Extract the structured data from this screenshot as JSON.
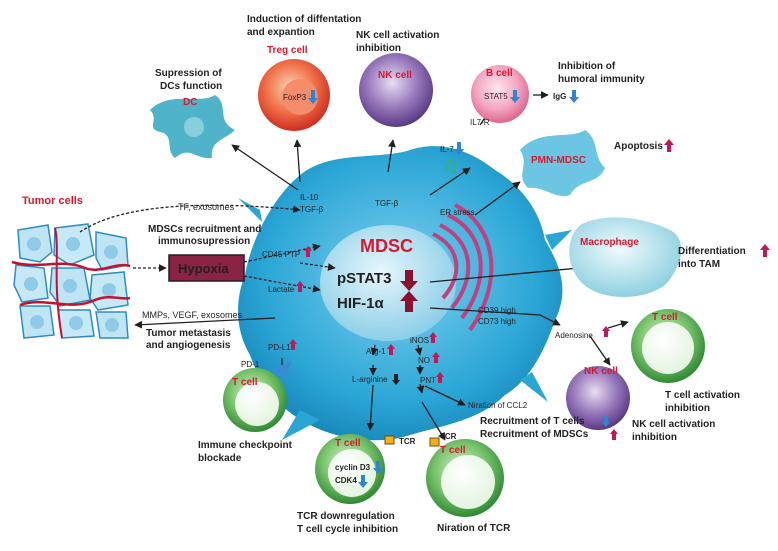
{
  "colors": {
    "mdsc_body": "#2aa6d6",
    "mdsc_dark": "#1587b8",
    "nucleus": "#a9dff2",
    "er": "#c0417f",
    "treg": "#e8452c",
    "nk": "#6d4a96",
    "bcell": "#ea7ca4",
    "tcell": "#3c9c3c",
    "macrophage": "#b7e2e8",
    "hypoxia_box": "#8b2344",
    "red_label": "#d7192f",
    "up_arrow": "#c0185a",
    "down_arrow": "#2e86d0"
  },
  "center": {
    "title": "MDSC",
    "pstat3": "pSTAT3",
    "hif": "HIF-1α"
  },
  "tumor": {
    "label": "Tumor cells"
  },
  "hypoxia": {
    "label": "Hypoxia"
  },
  "top_left": {
    "tf_exosomes": "TF, exosomes",
    "recruit_line1": "MDSCs recruitment and",
    "recruit_line2": "immunosupression"
  },
  "bottom_left": {
    "mmps": "MMPs, VEGF,  exosomes",
    "metastasis_line1": "Tumor metastasis",
    "metastasis_line2": "and angiogenesis"
  },
  "cytokines": {
    "il10": "IL-10",
    "tgfb_left": "TGF-β",
    "tgfb_top": "TGF-β",
    "il7r": "IL7-R",
    "il7": "IL-7",
    "er_stress": "ER stress",
    "cd45": "CD45 PTP",
    "lactate": "Lactate",
    "pdl1": "PD-L1",
    "pd1": "PD-1",
    "arg1": "Arg-1",
    "larginine": "L-arginine",
    "inos": "iNOS",
    "no": "NO",
    "pnt": "PNT",
    "cd39": "CD39 high",
    "cd73": "CD73 high",
    "adenosine": "Adenosine",
    "nitration_ccl2": "Niration of CCL2"
  },
  "cells": {
    "dc": {
      "name": "DC",
      "caption_line1": "Supression of",
      "caption_line2": "DCs function"
    },
    "treg": {
      "name": "Treg cell",
      "marker": "FoxP3",
      "caption_line1": "Induction of diffentation",
      "caption_line2": "and expantion"
    },
    "nk_top": {
      "name": "NK cell",
      "caption_line1": "NK cell activation",
      "caption_line2": "inhibition"
    },
    "bcell": {
      "name": "B cell",
      "marker": "STAT5",
      "igg": "IgG",
      "caption_line1": "Inhibition of",
      "caption_line2": "humoral immunity"
    },
    "pmn": {
      "name": "PMN-MDSC",
      "caption": "Apoptosis"
    },
    "macrophage": {
      "name": "Macrophage",
      "caption_line1": "Differentiation",
      "caption_line2": "into TAM"
    },
    "tcell_right": {
      "name": "T cell",
      "caption_line1": "T cell activation",
      "caption_line2": "inhibition"
    },
    "nk_bottom": {
      "name": "NK cell",
      "caption_line1": "NK cell activation",
      "caption_line2": "inhibition"
    },
    "tcell_left": {
      "name": "T cell",
      "caption_line1": "Immune checkpoint",
      "caption_line2": "blockade"
    },
    "tcell_bottom": {
      "name": "T cell",
      "tcr": "TCR",
      "cyclin": "cyclin D3",
      "cdk": "CDK4",
      "caption_line1": "TCR downregulation",
      "caption_line2": "T cell cycle inhibition"
    },
    "tcell_bottom_right": {
      "name": "T cell",
      "tcr": "TCR",
      "caption": "Niration of TCR"
    }
  },
  "recruitment": {
    "tcells": "Recruitment of T cells",
    "mdscs": "Recruitment of MDSCs"
  }
}
